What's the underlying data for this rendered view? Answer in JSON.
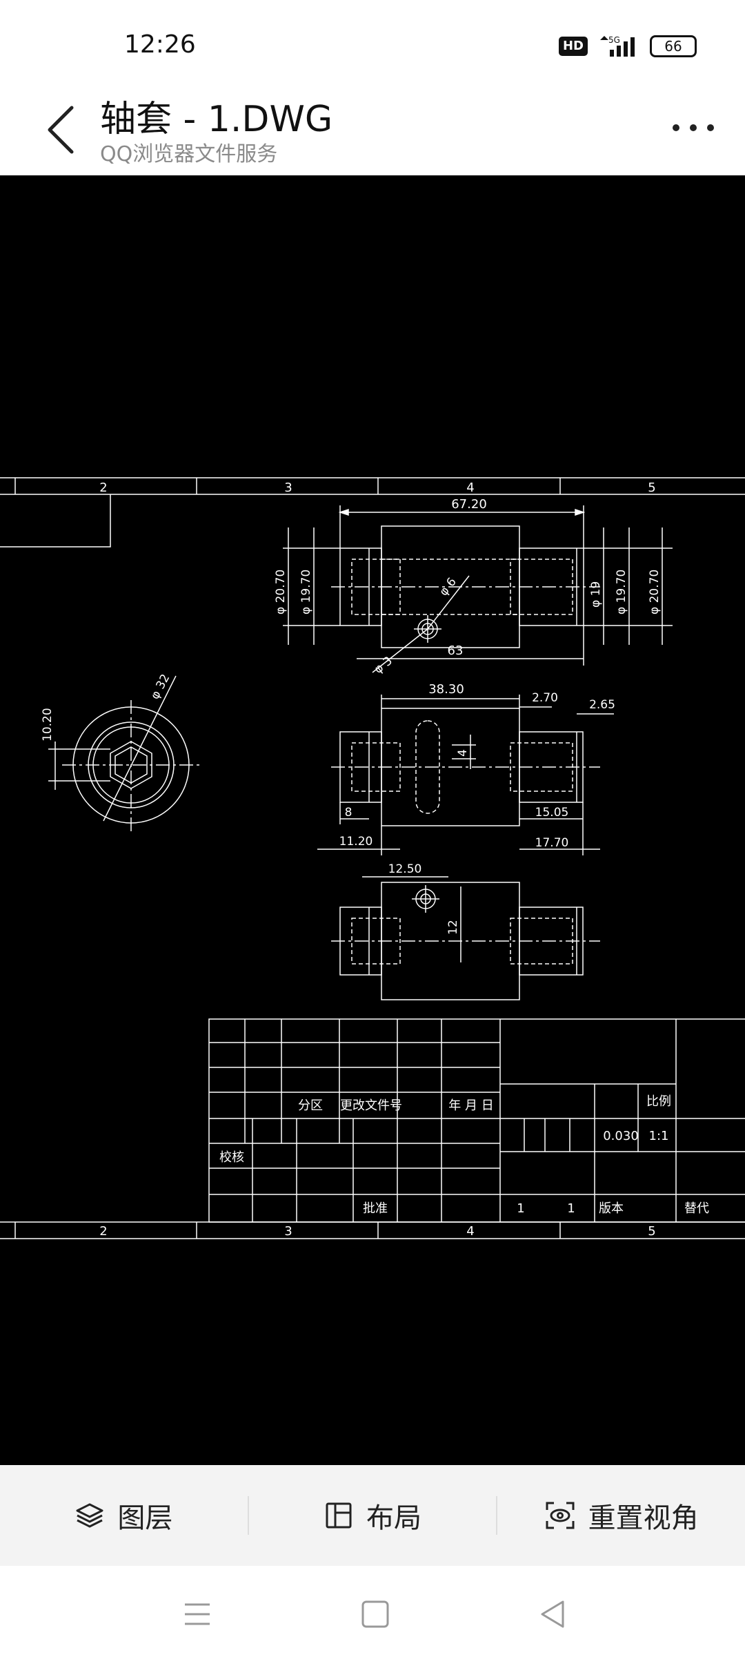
{
  "status_bar": {
    "time": "12:26",
    "hd_label": "HD",
    "network": "5G",
    "battery": "66"
  },
  "header": {
    "title": "轴套 - 1.DWG",
    "subtitle": "QQ浏览器文件服务"
  },
  "drawing": {
    "zone_numbers": [
      "2",
      "3",
      "4",
      "5"
    ],
    "dimensions": {
      "d_67_20": "67.20",
      "d_phi_20_70": "φ 20.70",
      "d_phi_19_70": "φ 19.70",
      "d_phi_6": "φ 6",
      "d_phi_19": "φ 19",
      "d_phi_3": "φ 3",
      "d_63": "63",
      "d_phi_32": "φ 32",
      "d_10_20": "10.20",
      "d_38_30": "38.30",
      "d_2_70": "2.70",
      "d_2_65": "2.65",
      "d_4": "4",
      "d_8": "8",
      "d_15_05": "15.05",
      "d_11_20": "11.20",
      "d_17_70": "17.70",
      "d_12_50": "12.50",
      "d_12": "12"
    },
    "title_block": {
      "fenqu": "分区",
      "change_doc_no": "更改文件号",
      "date": "年 月 日",
      "check": "校核",
      "approve": "批准",
      "scale_label": "比例",
      "weight": "0.030",
      "scale": "1:1",
      "sheet_a": "1",
      "sheet_b": "1",
      "version": "版本",
      "replace": "替代"
    }
  },
  "toolbar": {
    "layers": "图层",
    "layout": "布局",
    "reset_view": "重置视角"
  },
  "icons": [
    "back-arrow-icon",
    "more-icon",
    "layers-icon",
    "layout-icon",
    "reset-view-icon",
    "menu-icon",
    "home-icon",
    "back-nav-icon"
  ]
}
